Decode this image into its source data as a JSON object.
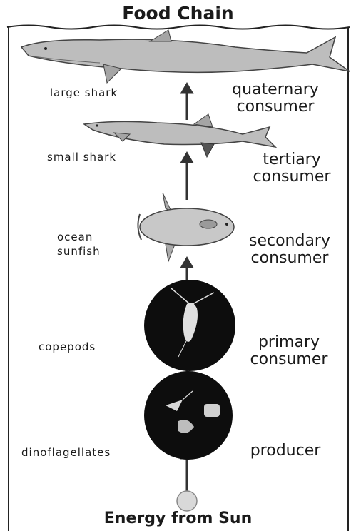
{
  "title": "Food Chain",
  "footer": "Energy from Sun",
  "levels": [
    {
      "organism": "large shark",
      "role_line1": "quaternary",
      "role_line2": "consumer"
    },
    {
      "organism": "small shark",
      "role_line1": "tertiary",
      "role_line2": "consumer"
    },
    {
      "organism_line1": "ocean",
      "organism_line2": "sunfish",
      "role_line1": "secondary",
      "role_line2": "consumer"
    },
    {
      "organism": "copepods",
      "role_line1": "primary",
      "role_line2": "consumer"
    },
    {
      "organism": "dinoflagellates",
      "role_line1": "producer"
    }
  ],
  "colors": {
    "ink": "#1a1a1a",
    "shark": "#b9b9b9",
    "sunfish": "#c8c8c8",
    "plankton_disc": "#0d0d0d",
    "sun": "#d9d9d9"
  }
}
